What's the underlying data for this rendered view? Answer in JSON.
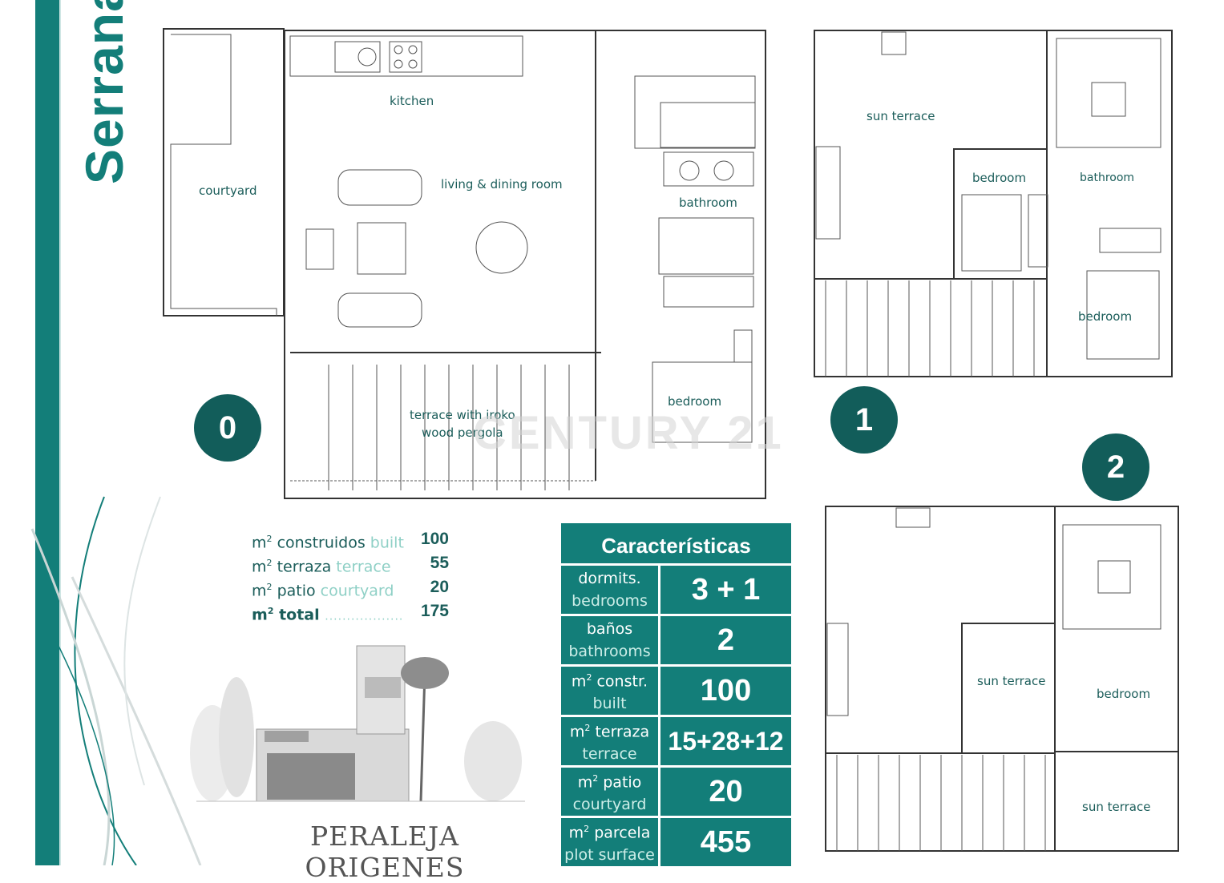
{
  "title": "Serrana",
  "floors": [
    "0",
    "1",
    "2"
  ],
  "watermark": "CENTURY 21",
  "rooms": {
    "courtyard": "courtyard",
    "kitchen": "kitchen",
    "living": "living & dining room",
    "bathroom": "bathroom",
    "bedroom": "bedroom",
    "terrace_line1": "terrace with iroko",
    "terrace_line2": "wood pergola",
    "sun_terrace": "sun terrace"
  },
  "areas": {
    "unit": "m",
    "unit_sup": "2",
    "rows": [
      {
        "es": "construidos",
        "en": "built",
        "value": "100"
      },
      {
        "es": "terraza",
        "en": "terrace",
        "value": "55"
      },
      {
        "es": "patio",
        "en": "courtyard",
        "value": "20"
      }
    ],
    "total_label": "total",
    "total_dots": "..................",
    "total_value": "175"
  },
  "features": {
    "heading": "Características",
    "rows": [
      {
        "es": "dormits.",
        "en": "bedrooms",
        "value": "3 + 1",
        "m2": false
      },
      {
        "es": "baños",
        "en": "bathrooms",
        "value": "2",
        "m2": false
      },
      {
        "es": "constr.",
        "en": "built",
        "value": "100",
        "m2": true
      },
      {
        "es": "terraza",
        "en": "terrace",
        "value": "15+28+12",
        "m2": true
      },
      {
        "es": "patio",
        "en": "courtyard",
        "value": "20",
        "m2": true
      },
      {
        "es": "parcela",
        "en": "plot surface",
        "value": "455",
        "m2": true
      }
    ]
  },
  "brand": "PERALEJA ORIGENES",
  "colors": {
    "teal": "#137e79",
    "dark_teal": "#125d5a",
    "light_teal": "#8fd0c6"
  }
}
